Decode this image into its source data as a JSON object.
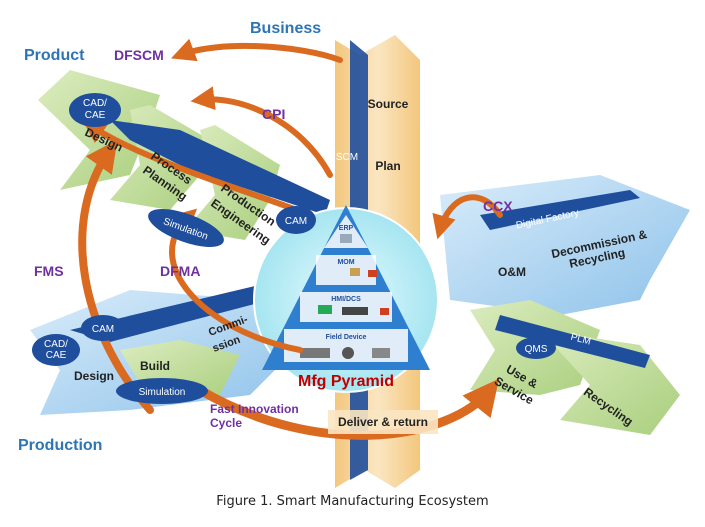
{
  "caption": "Figure 1. Smart Manufacturing Ecosystem",
  "colors": {
    "title_blue": "#2e75b6",
    "acronym_purple": "#7030a0",
    "dark_blue": "#1f4e9c",
    "light_green": "#c6e0a4",
    "light_blue": "#bcd9f0",
    "cyan_circle": "#b4ecf5",
    "orange_arrow": "#d96a20",
    "wheat": "#f6d7a0",
    "red_text": "#c00000"
  },
  "sections": {
    "product": "Product",
    "business": "Business",
    "production": "Production"
  },
  "acronyms": {
    "dfscm": "DFSCM",
    "cpi": "CPI",
    "ccx": "CCX",
    "fms": "FMS",
    "dfma": "DFMA",
    "fast_innovation_1": "Fast Innovation",
    "fast_innovation_2": "Cycle"
  },
  "product_dimension": {
    "cad_cae_1": "CAD/",
    "cad_cae_2": "CAE",
    "design": "Design",
    "process_planning_1": "Process",
    "process_planning_2": "Planning",
    "production_engineering_1": "Production",
    "production_engineering_2": "Engineering",
    "simulation": "Simulation",
    "cam": "CAM"
  },
  "business_dimension": {
    "source": "Source",
    "scm": "SCM",
    "plan": "Plan",
    "deliver_return": "Deliver & return"
  },
  "lifecycle_dimension": {
    "digital_factory": "Digital Factory",
    "decommission_1": "Decommission &",
    "decommission_2": "Recycling",
    "om": "O&M",
    "plm": "PLM",
    "qms": "QMS",
    "use_service_1": "Use &",
    "use_service_2": "Service",
    "recycling": "Recycling"
  },
  "production_dimension": {
    "cam": "CAM",
    "cad_cae_1": "CAD/",
    "cad_cae_2": "CAE",
    "design": "Design",
    "build": "Build",
    "commission_1": "Commi-",
    "commission_2": "ssion",
    "simulation": "Simulation"
  },
  "pyramid": {
    "title": "Mfg Pyramid",
    "levels": [
      "ERP",
      "MOM",
      "HMI/DCS",
      "Field Device"
    ]
  }
}
